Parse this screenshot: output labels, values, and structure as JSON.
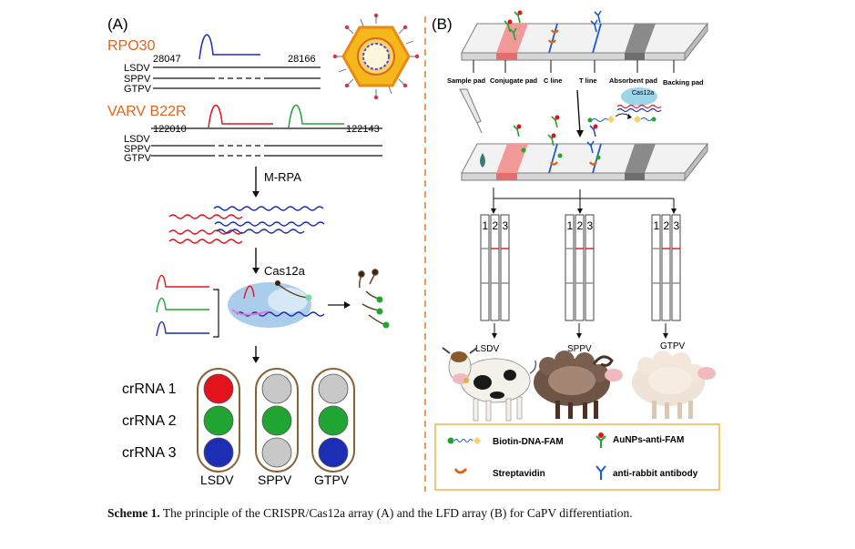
{
  "panel_a": {
    "label": "(A)",
    "gene1": "RPO30",
    "gene1_start": "28047",
    "gene1_end": "28166",
    "gene2": "VARV B22R",
    "gene2_start": "122010",
    "gene2_end": "122143",
    "strains": [
      "LSDV",
      "SPPV",
      "GTPV"
    ],
    "step": "M-RPA",
    "enzyme": "Cas12a",
    "crrnas": [
      "crRNA 1",
      "crRNA 2",
      "crRNA 3"
    ],
    "columns": [
      {
        "name": "LSDV",
        "dots": [
          "red",
          "green",
          "blue"
        ]
      },
      {
        "name": "SPPV",
        "dots": [
          "gray",
          "green",
          "gray"
        ]
      },
      {
        "name": "GTPV",
        "dots": [
          "gray",
          "green",
          "blue"
        ]
      }
    ],
    "colors": {
      "accent": "#e2641b",
      "red": "#e2131b",
      "green": "#21a532",
      "blue": "#1c2fb4",
      "gray": "#c8c8c8"
    }
  },
  "panel_b": {
    "label": "(B)",
    "strip_labels": [
      "Sample pad",
      "Conjugate pad",
      "C line",
      "T line",
      "Absorbent pad",
      "Backing pad"
    ],
    "enzyme": "Cas12a",
    "strip_numbers": [
      "1",
      "2",
      "3"
    ],
    "groups": [
      "LSDV",
      "SPPV",
      "GTPV"
    ],
    "legend": [
      "Biotin-DNA-FAM",
      "AuNPs-anti-FAM",
      "Streptavidin",
      "anti-rabbit antibody"
    ]
  },
  "caption": {
    "label": "Scheme 1.",
    "text": "The principle of the CRISPR/Cas12a array (A) and the LFD array (B) for CaPV differentiation."
  }
}
